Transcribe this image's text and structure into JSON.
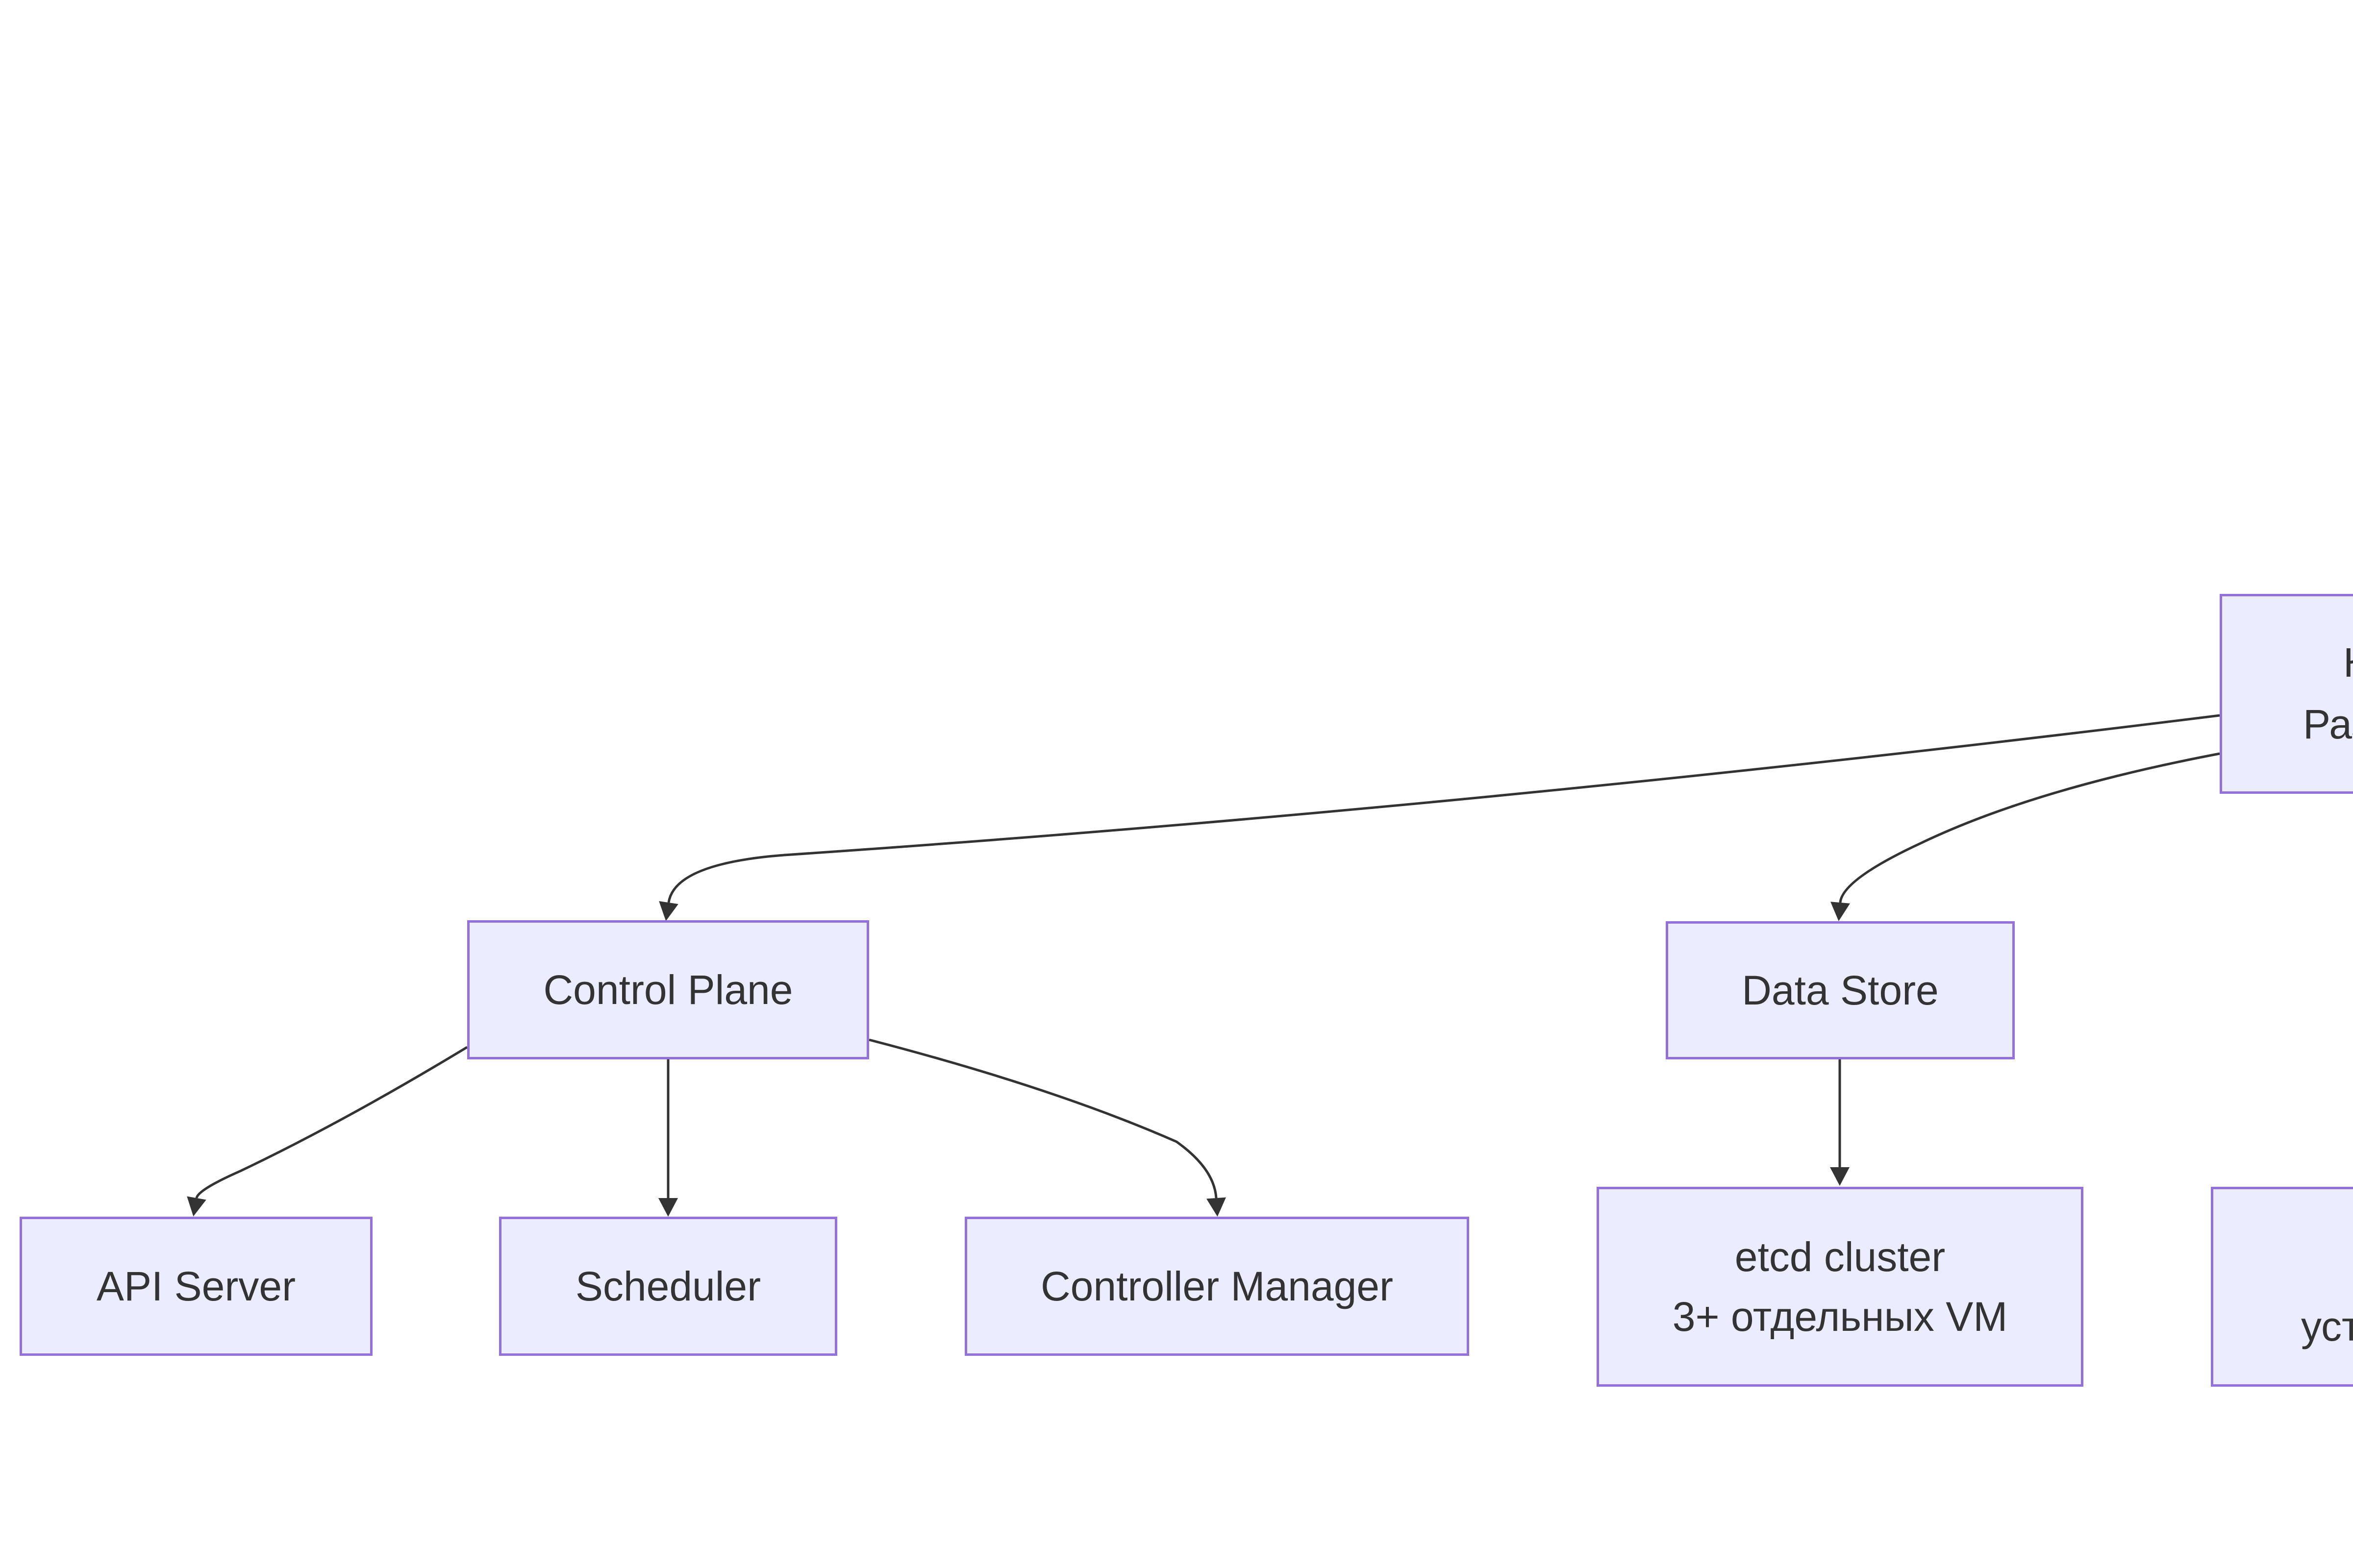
{
  "diagram": {
    "type": "flowchart",
    "direction": "top-down",
    "colors": {
      "background": "#FFFFFF",
      "node_fill": "#ECECFF",
      "node_border": "#9370DB",
      "edge": "#333333",
      "text": "#333333"
    },
    "nodes": {
      "root": {
        "partially_visible": true,
        "lines": [
          "К",
          "Раз"
        ]
      },
      "control_plane": {
        "lines": [
          "Control Plane"
        ]
      },
      "data_store": {
        "lines": [
          "Data Store"
        ]
      },
      "api_server": {
        "lines": [
          "API Server"
        ]
      },
      "scheduler": {
        "lines": [
          "Scheduler"
        ]
      },
      "controller_manager": {
        "lines": [
          "Controller Manager"
        ]
      },
      "etcd_cluster": {
        "lines": [
          "etcd cluster",
          "3+ отдельных VM"
        ]
      },
      "install_node": {
        "partially_visible": true,
        "lines": [
          "уста"
        ]
      }
    },
    "edges": [
      {
        "from": "root",
        "to": "control_plane"
      },
      {
        "from": "root",
        "to": "data_store"
      },
      {
        "from": "control_plane",
        "to": "api_server"
      },
      {
        "from": "control_plane",
        "to": "scheduler"
      },
      {
        "from": "control_plane",
        "to": "controller_manager"
      },
      {
        "from": "data_store",
        "to": "etcd_cluster"
      }
    ]
  }
}
